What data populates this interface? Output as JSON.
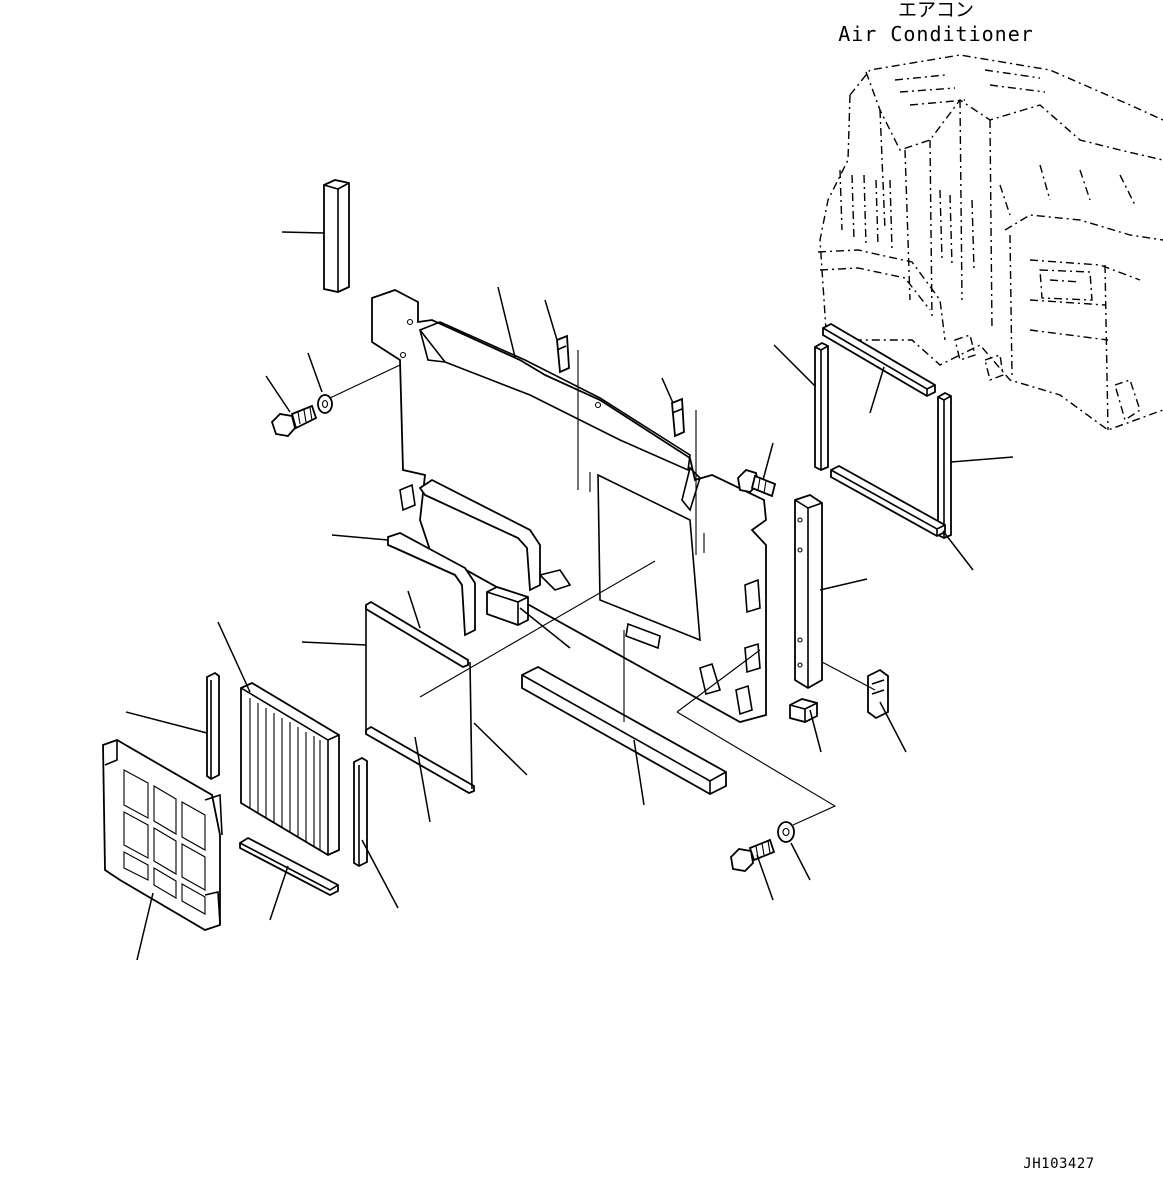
{
  "header": {
    "label_jp": "エアコン",
    "label_en": "Air Conditioner"
  },
  "footer": {
    "drawing_number": "JH103427"
  },
  "colors": {
    "line": "#000000",
    "background": "#ffffff"
  }
}
